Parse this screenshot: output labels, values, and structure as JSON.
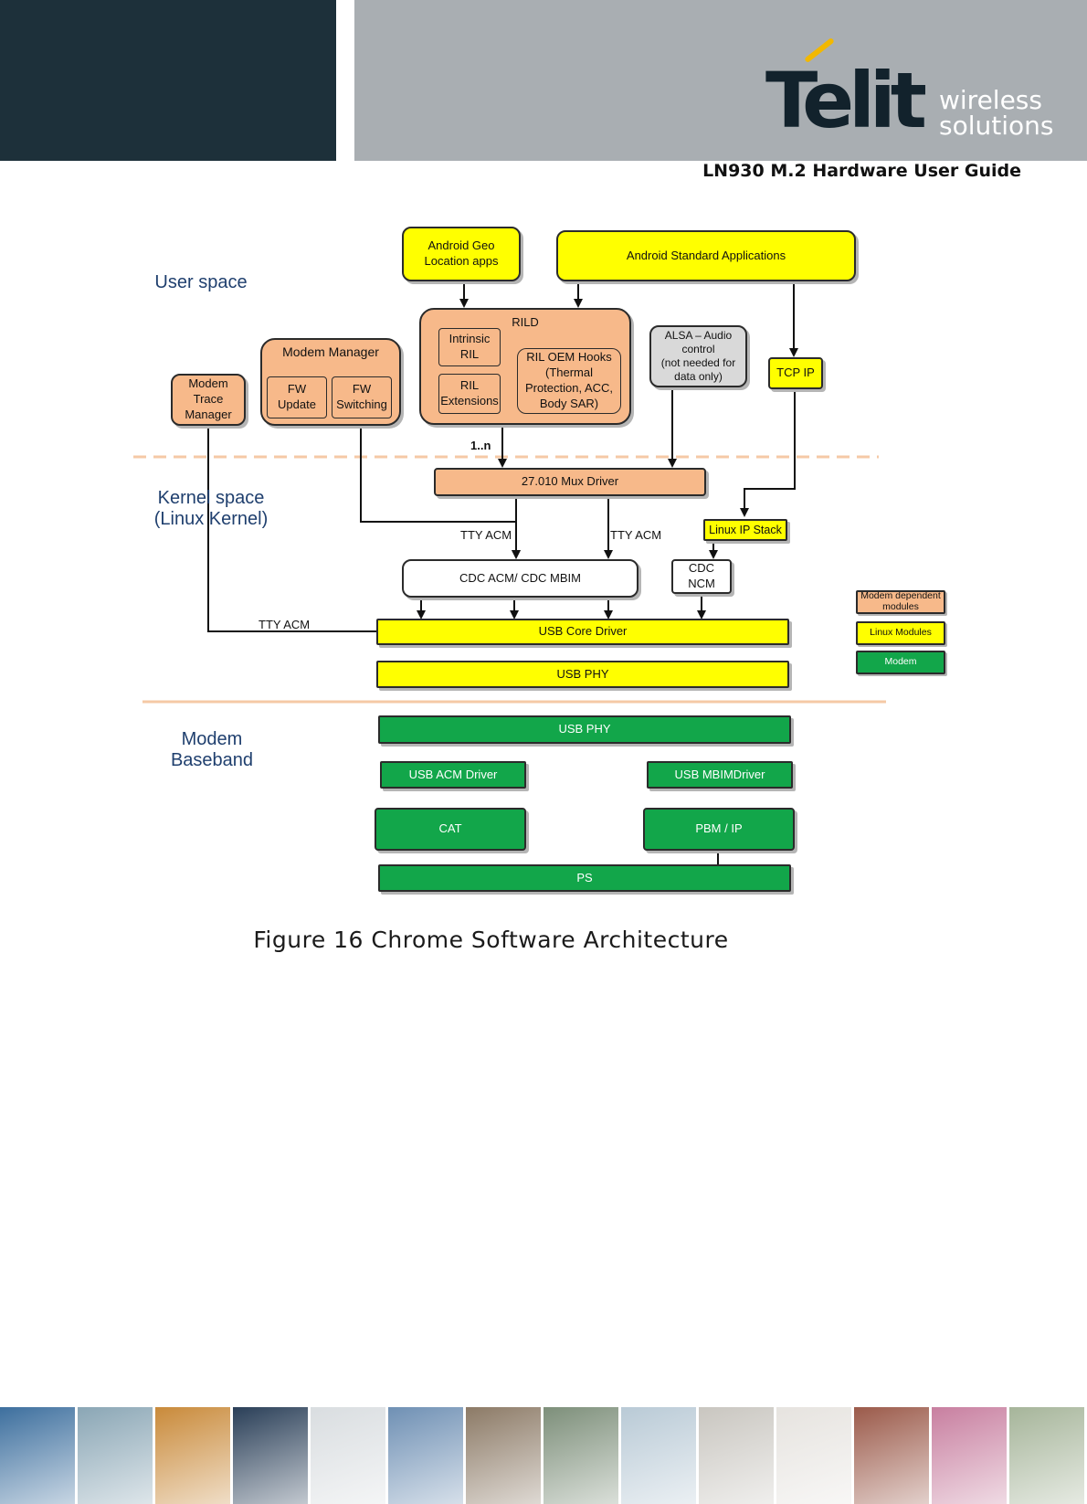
{
  "header": {
    "brand": "Telit",
    "tagline_line1": "wireless",
    "tagline_line2": "solutions",
    "document_title": "LN930 M.2 Hardware User Guide",
    "colors": {
      "dark_panel": "#1d303a",
      "grey_panel": "#a9aeb2",
      "accent": "#f2b800"
    }
  },
  "diagram": {
    "zones": {
      "user_space": "User space",
      "kernel_space": "Kernel space\n(Linux Kernel)",
      "modem_baseband": "Modem\nBaseband"
    },
    "blocks": {
      "android_geo": "Android Geo\nLocation apps",
      "android_std": "Android Standard Applications",
      "rild": "RILD",
      "intrinsic_ril": "Intrinsic\nRIL",
      "ril_extensions": "RIL\nExtensions",
      "ril_oem_hooks": "RIL OEM Hooks\n(Thermal\nProtection, ACC,\nBody SAR)",
      "modem_manager": "Modem Manager",
      "fw_update": "FW\nUpdate",
      "fw_switching": "FW\nSwitching",
      "modem_trace_manager": "Modem\nTrace\nManager",
      "alsa": "ALSA – Audio\ncontrol\n(not needed for\ndata only)",
      "tcp_ip": "TCP IP",
      "mux_driver": "27.010 Mux Driver",
      "linux_ip_stack": "Linux IP Stack",
      "cdc_acm_mbim": "CDC ACM/ CDC MBIM",
      "cdc_ncm": "CDC\nNCM",
      "usb_core_driver": "USB Core Driver",
      "usb_phy_linux": "USB PHY",
      "usb_phy_modem": "USB PHY",
      "usb_acm_driver": "USB ACM Driver",
      "usb_mbim_driver": "USB MBIMDriver",
      "cat": "CAT",
      "pbm_ip": "PBM / IP",
      "ps": "PS"
    },
    "edge_labels": {
      "multiplicity": "1..n",
      "tty_acm_1": "TTY ACM",
      "tty_acm_2": "TTY ACM",
      "tty_acm_3": "TTY ACM"
    },
    "legend": {
      "modem_dependent": "Modem dependent\nmodules",
      "linux_modules": "Linux Modules",
      "modem": "Modem"
    },
    "colors": {
      "linux_module": "#ffff00",
      "modem_dependent": "#f7b98a",
      "modem": "#12a64a",
      "separator": "#f5c9a6"
    }
  },
  "caption": "Figure 16 Chrome Software Architecture",
  "footer_tiles": [
    "#3d6f9e",
    "#8aa6b5",
    "#c98a3a",
    "#2a3f58",
    "#d9dde0",
    "#6f90b4",
    "#8c7a66",
    "#7d8f7a",
    "#b9cad6",
    "#c9c6c0",
    "#e6e3df",
    "#9b5a4a",
    "#c87fa0",
    "#a6b59a"
  ]
}
